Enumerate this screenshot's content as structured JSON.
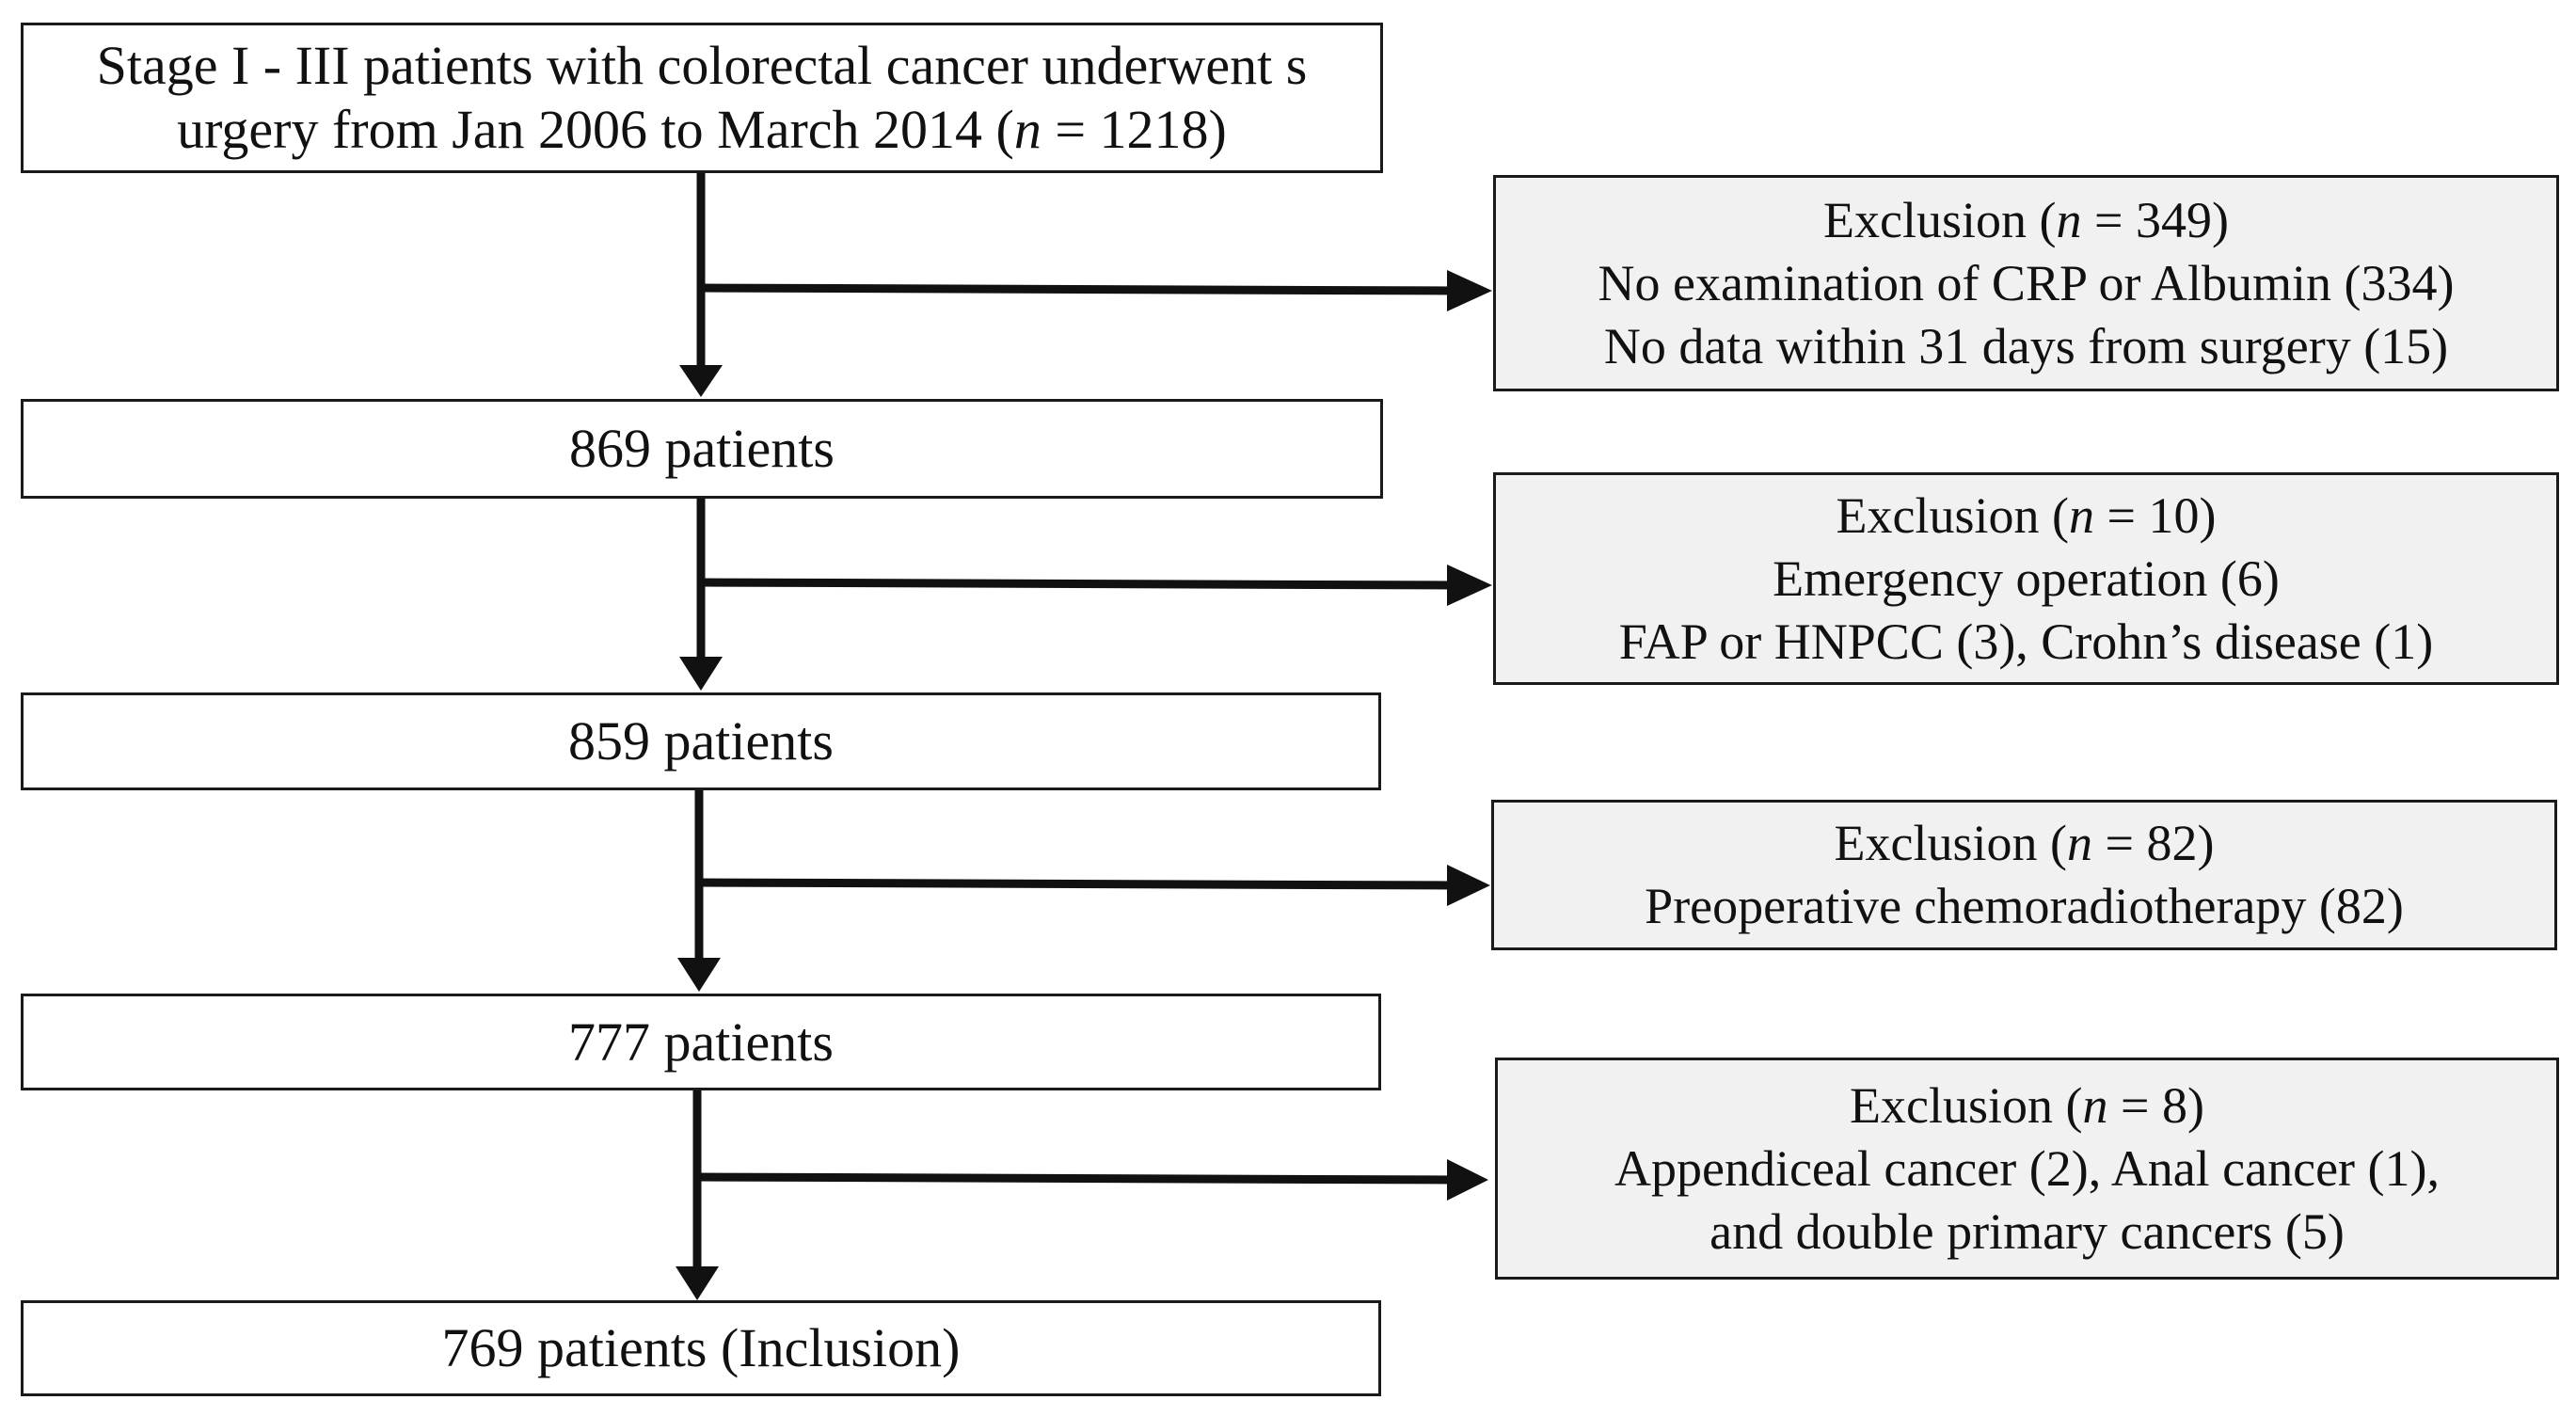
{
  "main_boxes": {
    "start": {
      "line1": "Stage I - III patients with colorectal cancer underwent s",
      "line2_pre": "urgery from Jan 2006 to March 2014 (",
      "line2_n": "n",
      "line2_post": " = 1218)"
    },
    "step1": {
      "label": "869 patients"
    },
    "step2": {
      "label": "859 patients"
    },
    "step3": {
      "label": "777 patients"
    },
    "final": {
      "label": "769 patients (Inclusion)"
    }
  },
  "exclusion_boxes": {
    "excl1": {
      "title_pre": "Exclusion (",
      "title_n": "n",
      "title_post": " = 349)",
      "lines": [
        "No examination of CRP or Albumin (334)",
        "No data within 31 days from surgery (15)"
      ]
    },
    "excl2": {
      "title_pre": "Exclusion (",
      "title_n": "n",
      "title_post": " = 10)",
      "lines": [
        "Emergency operation (6)",
        "FAP or HNPCC (3), Crohn’s disease (1)"
      ]
    },
    "excl3": {
      "title_pre": "Exclusion (",
      "title_n": "n",
      "title_post": " = 82)",
      "lines": [
        "Preoperative chemoradiotherapy (82)"
      ]
    },
    "excl4": {
      "title_pre": "Exclusion (",
      "title_n": "n",
      "title_post": " = 8)",
      "lines": [
        "Appendiceal cancer (2), Anal cancer (1),",
        "and double primary cancers (5)"
      ]
    }
  },
  "colors": {
    "stroke": "#111111",
    "exclusion_fill": "#f1f1f1",
    "main_fill": "#ffffff"
  }
}
